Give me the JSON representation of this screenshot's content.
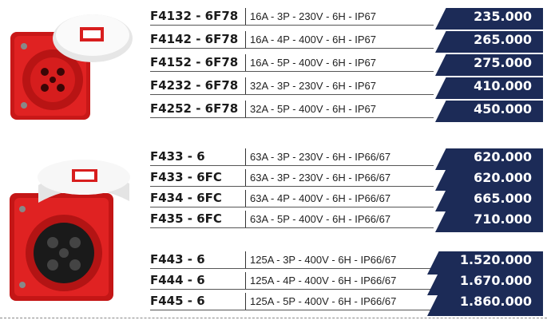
{
  "colors": {
    "price_fill": "#1c2b57",
    "price_text": "#ffffff",
    "socket_red": "#d91c1c",
    "cover_white": "#f2f2f2"
  },
  "group1": [
    {
      "code": "F4132 - 6F78",
      "spec": "16A - 3P - 230V - 6H - IP67",
      "price": "235.000"
    },
    {
      "code": "F4142 - 6F78",
      "spec": "16A - 4P - 400V - 6H - IP67",
      "price": "265.000"
    },
    {
      "code": "F4152 - 6F78",
      "spec": "16A - 5P - 400V - 6H - IP67",
      "price": "275.000"
    },
    {
      "code": "F4232 - 6F78",
      "spec": "32A - 3P - 230V - 6H - IP67",
      "price": "410.000"
    },
    {
      "code": "F4252 - 6F78",
      "spec": "32A - 5P - 400V - 6H - IP67",
      "price": "450.000"
    }
  ],
  "group2": [
    {
      "code": "F433 - 6",
      "spec": "63A - 3P - 230V - 6H - IP66/67",
      "price": "620.000"
    },
    {
      "code": "F433 - 6FC",
      "spec": "63A - 3P - 230V - 6H - IP66/67",
      "price": "620.000"
    },
    {
      "code": "F434 - 6FC",
      "spec": "63A - 4P - 400V - 6H - IP66/67",
      "price": "665.000"
    },
    {
      "code": "F435 - 6FC",
      "spec": "63A - 5P - 400V - 6H - IP66/67",
      "price": "710.000"
    }
  ],
  "group3": [
    {
      "code": "F443 - 6",
      "spec": "125A - 3P - 400V - 6H - IP66/67",
      "price": "1.520.000"
    },
    {
      "code": "F444 - 6",
      "spec": "125A - 4P - 400V - 6H - IP66/67",
      "price": "1.670.000"
    },
    {
      "code": "F445 - 6",
      "spec": "125A - 5P - 400V - 6H - IP66/67",
      "price": "1.860.000"
    }
  ]
}
